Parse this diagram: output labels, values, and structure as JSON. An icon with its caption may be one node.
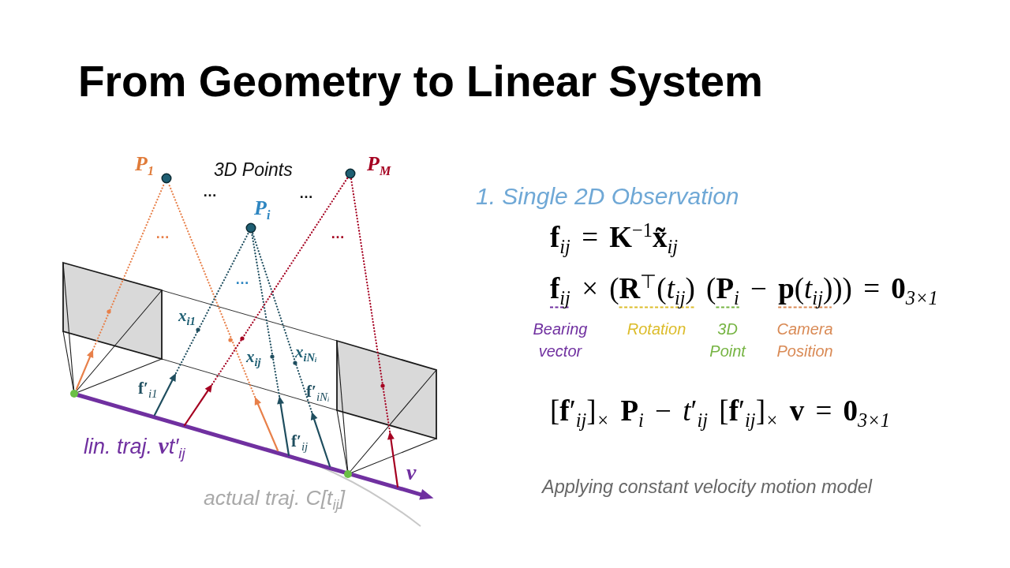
{
  "diagram": {
    "title": "From Geometry to Linear System",
    "nodes": [
      {
        "text": [],
        "shape": "circle",
        "beside": [
          "P$_{1}$"
        ]
      },
      {
        "text": [],
        "shape": "circle",
        "beside": [
          "P$_{i}$"
        ]
      },
      {
        "text": [],
        "shape": "circle",
        "beside": [
          "P$_{M}$"
        ]
      },
      {
        "text": [
          "lin. traj. **v**t′$_{ij}$",
          "v"
        ]
      }
    ],
    "edges": [
      {
        "from": 3,
        "to": 0,
        "arrow": "to",
        "style": "dashed",
        "color": "#e8804a"
      },
      {
        "from": 3,
        "to": 0,
        "arrow": "to",
        "style": "dashed",
        "color": "#e8804a"
      },
      {
        "from": 3,
        "to": 1,
        "arrow": "to",
        "style": "dashed",
        "color": "#1f4e5f"
      },
      {
        "from": 3,
        "to": 1,
        "arrow": "to",
        "style": "dashed",
        "color": "#1f4e5f"
      },
      {
        "from": 3,
        "to": 1,
        "arrow": "to",
        "style": "dashed",
        "color": "#1f4e5f"
      },
      {
        "from": 3,
        "to": 2,
        "arrow": "to",
        "style": "dashed",
        "color": "#a50021"
      },
      {
        "from": 3,
        "to": 2,
        "arrow": "to",
        "style": "dashed",
        "color": "#a50021"
      }
    ],
    "labels": [
      "3D Points",
      "…",
      "…",
      "1. Single 2D Observation",
      "…",
      "…",
      "**f**$_{ij}$ = **K**$^{−1}$**x̃**$_{ij}$",
      "…",
      "**f**$_{ij}$ × (**R**$^{⊤}$(*t*$_{ij}$) (**P**$_{i}$ − **p**(*t*$_{ij}$))) = **0**$_{3×1}$",
      "x$_{i1}$",
      "x$_{ij}$",
      "x$_{iNᵢ}$",
      "Bearing vector",
      "Rotation",
      "3D Point",
      "Camera Position",
      "f′$_{i1}$",
      "f′$_{iNᵢ}$",
      "[**f**′$_{ij}$]$_{×}$ **P**$_{i}$ − *t*′$_{ij}$ [**f**′$_{ij}$]$_{×}$ **v** = **0**$_{3×1}$",
      "f′$_{ij}$",
      "Applying constant velocity motion model",
      "actual traj. C[t$_{ij}$]"
    ]
  }
}
